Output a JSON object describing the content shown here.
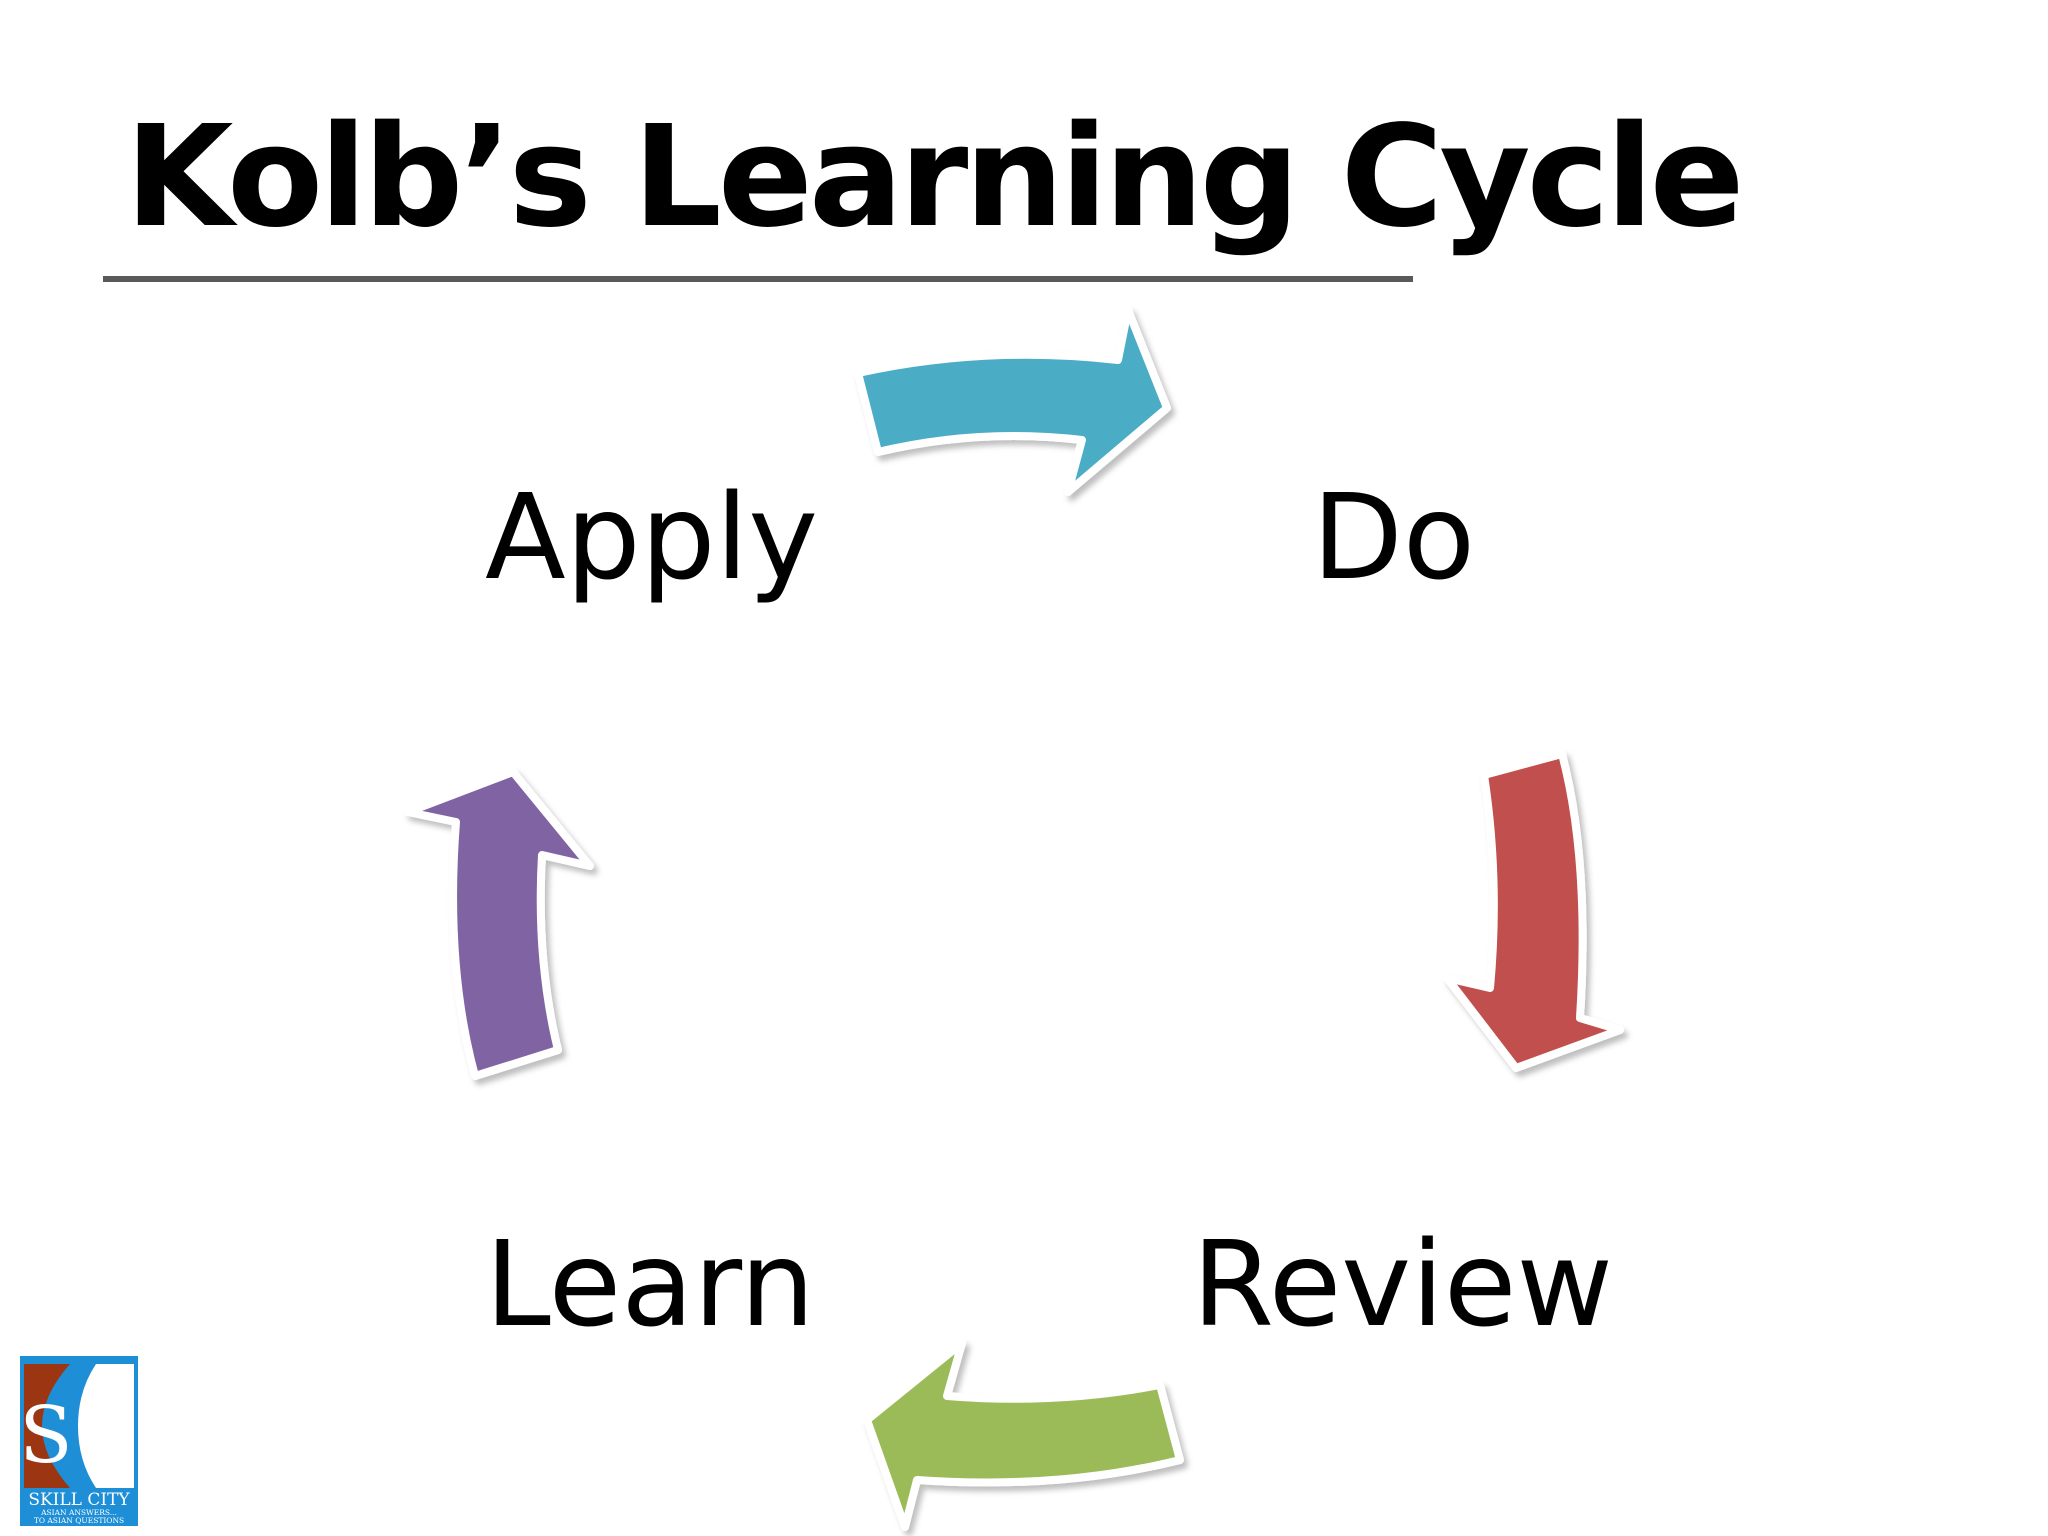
{
  "slide": {
    "title": "Kolb’s Learning Cycle"
  },
  "cycle": {
    "stages": [
      {
        "id": "apply",
        "label": "Apply"
      },
      {
        "id": "do",
        "label": "Do"
      },
      {
        "id": "review",
        "label": "Review"
      },
      {
        "id": "learn",
        "label": "Learn"
      }
    ],
    "arrows": [
      {
        "from": "Apply",
        "to": "Do",
        "color": "#4BACC6",
        "icon": "curved-arrow-right"
      },
      {
        "from": "Do",
        "to": "Review",
        "color": "#C0504D",
        "icon": "curved-arrow-down"
      },
      {
        "from": "Review",
        "to": "Learn",
        "color": "#9BBB59",
        "icon": "curved-arrow-left"
      },
      {
        "from": "Learn",
        "to": "Apply",
        "color": "#8064A2",
        "icon": "curved-arrow-up"
      }
    ]
  },
  "logo": {
    "letters": "SC",
    "name": "SKILL CITY",
    "tagline_line1": "ASIAN ANSWERS...",
    "tagline_line2": "TO ASIAN QUESTIONS",
    "colors": {
      "blue": "#1E8FD6",
      "brown": "#9C3512",
      "white": "#FFFFFF"
    }
  }
}
